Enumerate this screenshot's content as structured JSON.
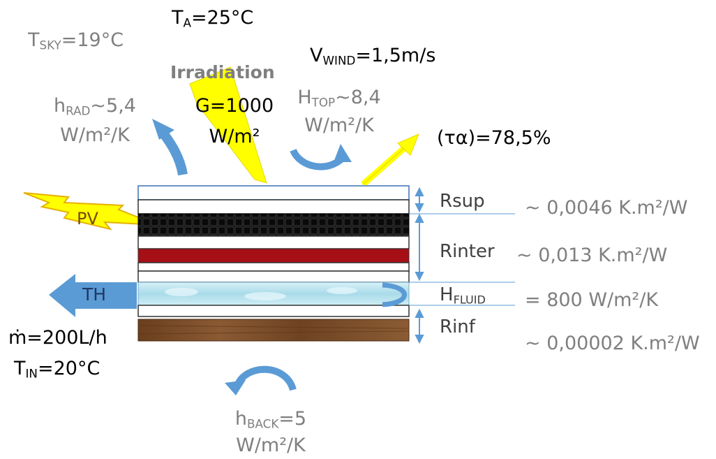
{
  "ambient": {
    "sky": {
      "main": "T",
      "sub": "SKY",
      "rest": "=19°C"
    },
    "air": {
      "main": "T",
      "sub": "A",
      "rest": "=25°C"
    },
    "wind": {
      "main": "V",
      "sub": "WIND",
      "rest": "=1,5m/s"
    }
  },
  "irradiation": {
    "title": "Irradiation",
    "value": "G=1000",
    "unit": "W/m²"
  },
  "h_rad": {
    "main": "h",
    "sub": "RAD",
    "rest": "~5,4",
    "unit": "W/m²/K"
  },
  "h_top": {
    "main": "H",
    "sub": "TOP",
    "rest": "~8,4",
    "unit": "W/m²/K"
  },
  "tau_alpha": "(τα)=78,5%",
  "pv_label": "PV",
  "th_label": "TH",
  "flow": {
    "mdot": "ṁ=200L/h",
    "tin": {
      "main": "T",
      "sub": "IN",
      "rest": "=20°C"
    }
  },
  "h_back": {
    "main": "h",
    "sub": "BACK",
    "rest": "=5",
    "unit": "W/m²/K"
  },
  "resistances": [
    {
      "label": "Rsup",
      "value": "~ 0,0046 K.m²/W"
    },
    {
      "label": "Rinter",
      "value": "~ 0,013 K.m²/W"
    },
    {
      "label": "H",
      "sub": "FLUID",
      "value": "= 800 W/m²/K"
    },
    {
      "label": "Rinf",
      "value": "~ 0,00002 K.m²/W"
    }
  ],
  "colors": {
    "label_gray": "#7f7f7f",
    "arrow_blue": "#5b9bd5",
    "irradiation_yellow": "#ffff00",
    "absorber_black": "#0a0a0a",
    "red_layer": "#a50f15",
    "fluid_cyan": "#bfe6f0",
    "wood_brown": "#7a4a24"
  }
}
